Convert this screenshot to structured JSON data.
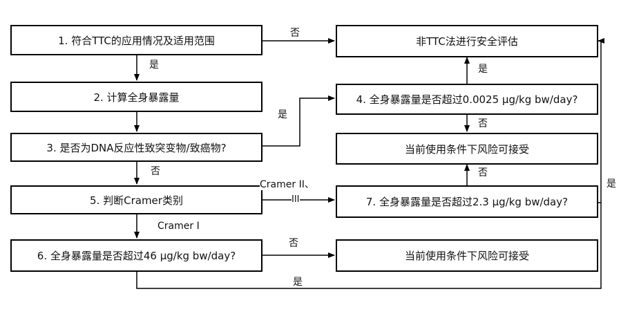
{
  "boxes": {
    "b1": "1. 符合TTC的应用情况及适用范围",
    "b2": "2. 计算全身暴露量",
    "b3": "3. 是否为DNA反应性致突变物/致癌物?",
    "b5": "5. 判断Cramer类别",
    "b6": "6. 全身暴露量是否超过46 µg/kg bw/day?",
    "r1": "非TTC法进行安全评估",
    "b4": "4. 全身暴露量是否超过0.0025 µg/kg bw/day?",
    "r2": "当前使用条件下风险可接受",
    "b7": "7. 全身暴露量是否超过2.3 µg/kg bw/day?",
    "r3": "当前使用条件下风险可接受"
  },
  "labels": {
    "yes": "是",
    "no": "否",
    "cramer23_line1": "Cramer II、",
    "cramer23_line2": "III",
    "cramer1": "Cramer I"
  }
}
